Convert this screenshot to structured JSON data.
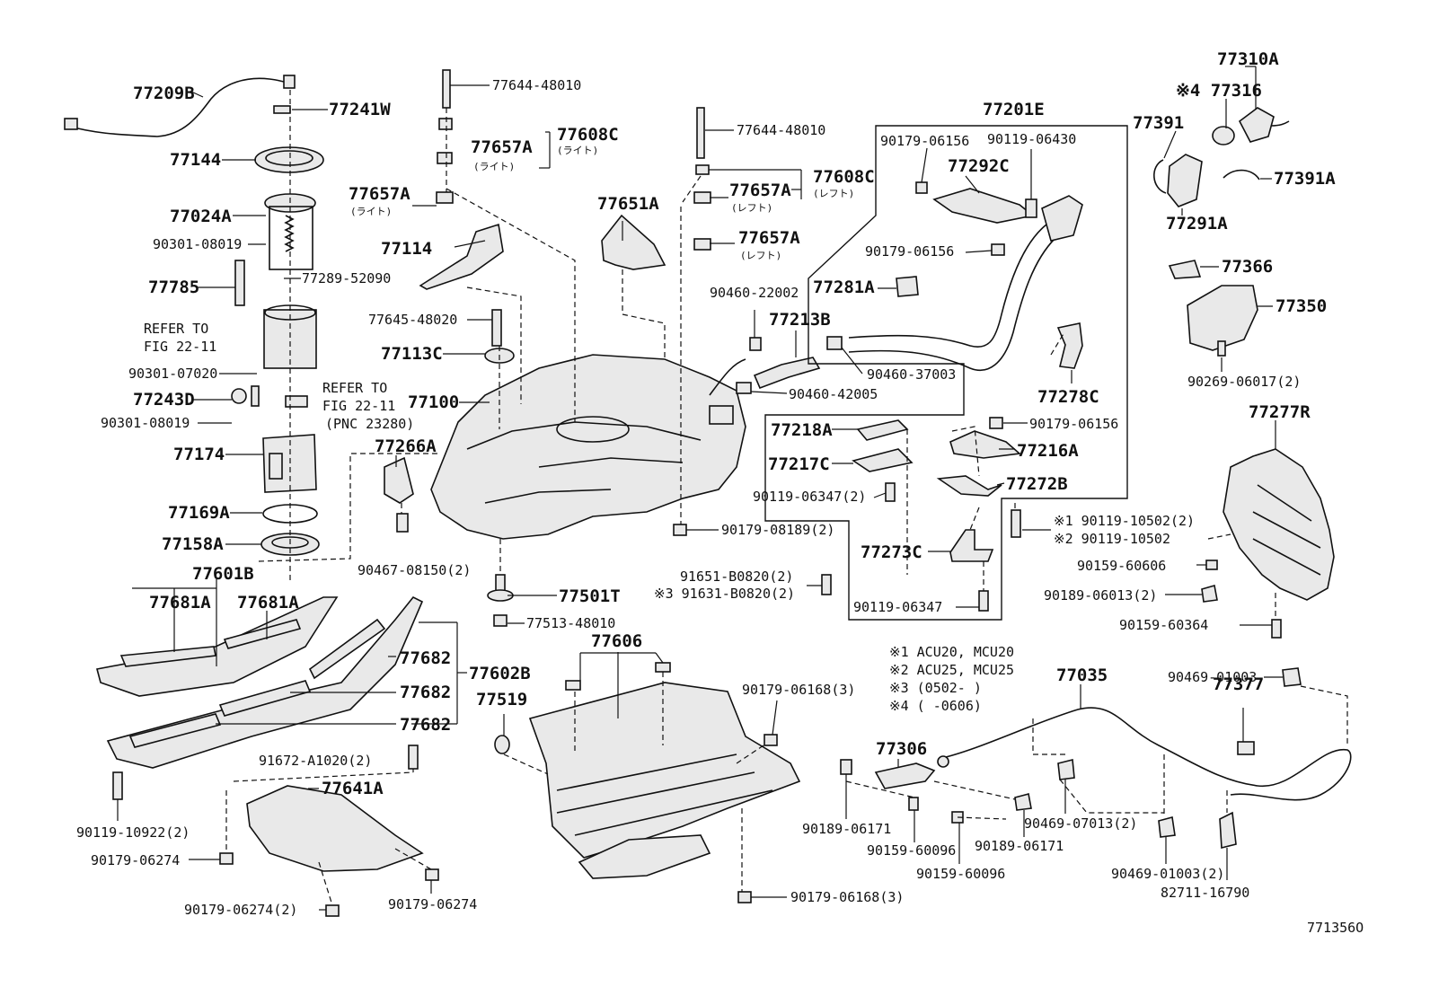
{
  "figure_id": "771356O",
  "notes": [
    "※1 ACU20, MCU20",
    "※2 ACU25, MCU25",
    "※3 (0502-    )",
    "※4 (    -0606)"
  ],
  "labels": [
    "77209B",
    "77241W",
    "77144",
    "77024A",
    "90301-08019",
    "77289-52090",
    "77785",
    "REFER TO",
    "FIG 22-11",
    "90301-07020",
    "77243D",
    "REFER TO",
    "FIG 22-11",
    "(PNC 23280)",
    "90301-08019",
    "77174",
    "77169A",
    "77158A",
    "77601B",
    "77681A",
    "77681A",
    "77644-48010",
    "77608C",
    "77657A",
    "(ライト)",
    "77657A",
    "(ライト)",
    "77114",
    "77645-48020",
    "77113C",
    "77100",
    "77266A",
    "90467-08150(2)",
    "77501T",
    "77513-48010",
    "77682",
    "77682",
    "77682",
    "77602B",
    "77651A",
    "77644-48010",
    "77608C",
    "(レフト)",
    "77657A",
    "(レフト)",
    "77657A",
    "(レフト)",
    "90460-22002",
    "77281A",
    "77213B",
    "90460-37003",
    "90460-42005",
    "77201E",
    "90179-06156",
    "90119-06430",
    "77292C",
    "90179-06156",
    "77218A",
    "77217C",
    "90119-06347(2)",
    "90179-06156",
    "77216A",
    "77272B",
    "90179-08189(2)",
    "77273C",
    "91651-B0820(2)",
    "※3 91631-B0820(2)",
    "90119-06347",
    "※1 90119-10502(2)",
    "※2 90119-10502",
    "77278C",
    "77310A",
    "※4 77316",
    "77391",
    "77391A",
    "77291A",
    "77366",
    "77350",
    "90269-06017(2)",
    "77277R",
    "90159-60606",
    "90189-06013(2)",
    "90159-60364",
    "77606",
    "77519",
    "90179-06168(3)",
    "90179-06168(3)",
    "91672-A1020(2)",
    "90119-10922(2)",
    "77641A",
    "90179-06274",
    "90179-06274(2)",
    "90179-06274",
    "77035",
    "90469-01003",
    "77377",
    "77306",
    "90189-06171",
    "90159-60096",
    "90159-60096",
    "90189-06171",
    "90469-07013(2)",
    "90469-01003(2)",
    "82711-16790"
  ]
}
